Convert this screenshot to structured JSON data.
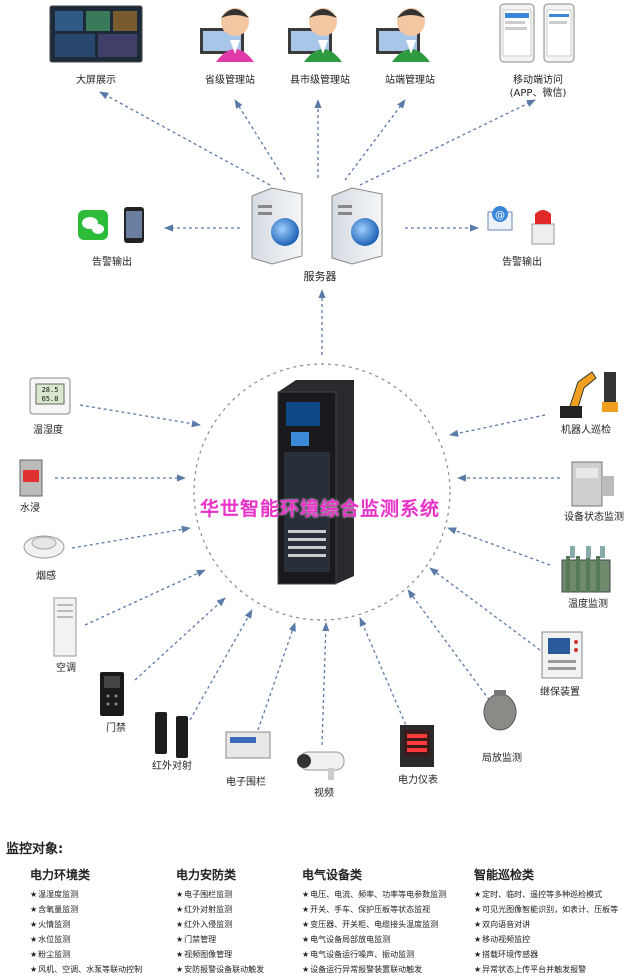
{
  "title": "华世智能环境综合监测系统",
  "top_nodes": {
    "big_screen": "大屏展示",
    "province": "省级管理站",
    "city": "县市级管理站",
    "station": "站端管理站",
    "mobile": "移动端访问",
    "mobile_sub": "(APP、微信)"
  },
  "server_row": {
    "alarm_left": "告警输出",
    "server": "服务器",
    "alarm_right": "告警输出"
  },
  "left_devices": [
    "温湿度",
    "水浸",
    "烟感",
    "空调",
    "门禁",
    "红外对射"
  ],
  "bottom_devices": [
    "电子围栏",
    "视频",
    "电力仪表",
    "局放监测"
  ],
  "right_devices": [
    "机器人巡检",
    "设备状态监测",
    "温度监测",
    "继保装置"
  ],
  "sensor_display": {
    "top": "28.5",
    "bottom": "65.8"
  },
  "monitor_title": "监控对象:",
  "columns": [
    {
      "heading": "电力环境类",
      "items": [
        "温湿度监测",
        "含氧量监测",
        "火情监测",
        "水位监测",
        "粉尘监测",
        "风机、空调、水泵等联动控制"
      ]
    },
    {
      "heading": "电力安防类",
      "items": [
        "电子围栏监测",
        "红外对射监测",
        "红外入侵监测",
        "门禁管理",
        "视频图像管理",
        "安防报警设备联动触发"
      ]
    },
    {
      "heading": "电气设备类",
      "items": [
        "电压、电流、频率、功率等电参数监测",
        "开关、手车、保护压板等状态监视",
        "变压器、开关柜、电缆接头温度监测",
        "电气设备局部放电监测",
        "电气设备运行噪声、振动监测",
        "设备运行异常报警装置联动触发"
      ]
    },
    {
      "heading": "智能巡检类",
      "items": [
        "定时、临时、遥控等多种巡检模式",
        "可见光图像智能识别，如表计、压板等",
        "双向语音对讲",
        "移动视频监控",
        "搭载环境传感器",
        "异常状态上传平台并触发报警"
      ]
    }
  ]
}
